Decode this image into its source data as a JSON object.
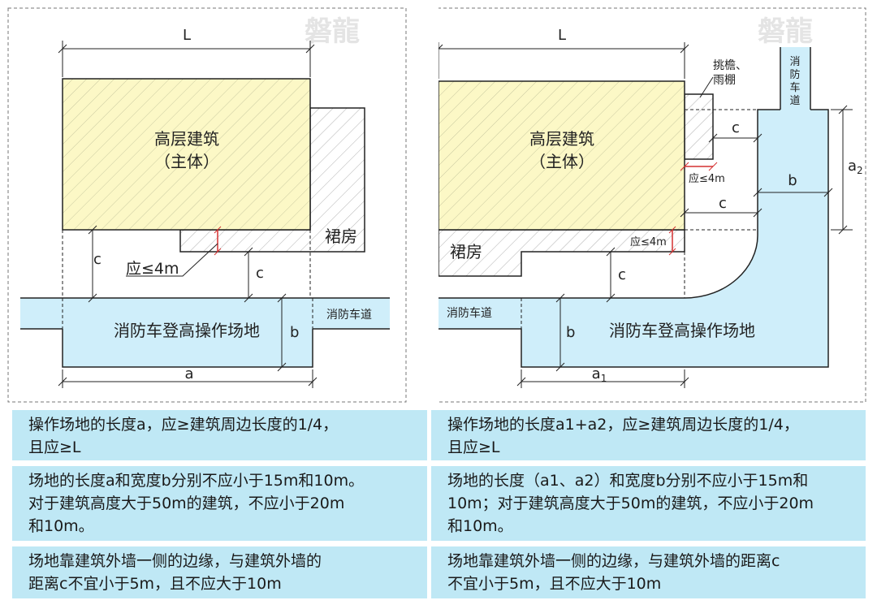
{
  "watermark": "磐龍",
  "left": {
    "dim_L": "L",
    "building_main_line1": "高层建筑",
    "building_main_line2": "（主体）",
    "podium": "裙房",
    "dim_c": "c",
    "limit_label": "应≤4m",
    "road_label": "消防车道",
    "site_label": "消防车登高操作场地",
    "dim_b": "b",
    "dim_a": "a",
    "rules": [
      [
        "操作场地的长度a，应≥建筑周边长度的1/4，",
        "且应≥L"
      ],
      [
        "场地的长度a和宽度b分别不应小于15m和10m。",
        "对于建筑高度大于50m的建筑，不应小于20m",
        "和10m。"
      ],
      [
        "场地靠建筑外墙一侧的边缘，与建筑外墙的",
        "距离c不宜小于5m，且不应大于10m"
      ]
    ]
  },
  "right": {
    "dim_L": "L",
    "canopy_line1": "挑檐、",
    "canopy_line2": "雨棚",
    "road_vertical": [
      "消",
      "防",
      "车",
      "道"
    ],
    "building_main_line1": "高层建筑",
    "building_main_line2": "（主体）",
    "dim_c": "c",
    "limit_label": "应≤4m",
    "dim_b": "b",
    "dim_a2": "a",
    "dim_a2_sub": "2",
    "podium": "裙房",
    "road_label": "消防车道",
    "site_label": "消防车登高操作场地",
    "dim_a1": "a",
    "dim_a1_sub": "1",
    "rules": [
      [
        "操作场地的长度a1+a2，应≥建筑周边长度的1/4，",
        "且应≥L"
      ],
      [
        "场地的长度（a1、a2）和宽度b分别不应小于15m和",
        "10m；对于建筑高度大于50m的建筑，不应小于20m",
        "和10m。"
      ],
      [
        "场地靠建筑外墙一侧的边缘，与建筑外墙的距离c",
        "不宜小于5m，且不应大于10m"
      ]
    ]
  }
}
